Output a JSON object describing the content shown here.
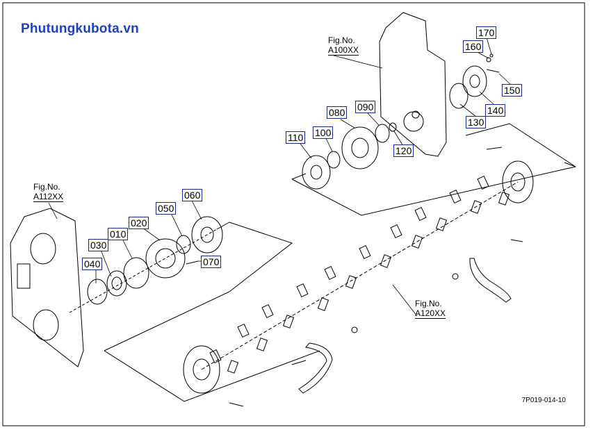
{
  "watermark": "Phutungkubota.vn",
  "colors": {
    "watermark": "#1f3fbf",
    "callout_border": "#1a2a8a",
    "line": "#000000"
  },
  "figure_refs": [
    {
      "id": "fig-a100",
      "prefix": "Fig.No.",
      "number": "A100XX"
    },
    {
      "id": "fig-a112",
      "prefix": "Fig.No.",
      "number": "A112XX"
    },
    {
      "id": "fig-a120",
      "prefix": "Fig.No.",
      "number": "A120XX"
    }
  ],
  "callouts": [
    "010",
    "020",
    "030",
    "040",
    "050",
    "060",
    "070",
    "080",
    "090",
    "100",
    "110",
    "120",
    "130",
    "140",
    "150",
    "160",
    "170"
  ],
  "drawing_code": "7P019-014-10"
}
